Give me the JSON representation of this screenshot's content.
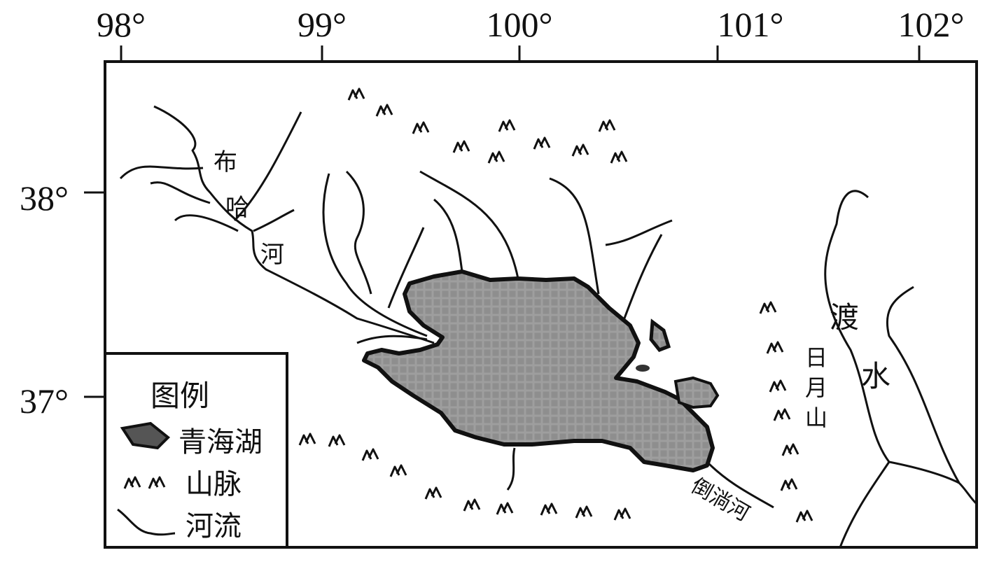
{
  "axes": {
    "longitude_ticks": [
      "98°",
      "99°",
      "100°",
      "101°",
      "102°"
    ],
    "latitude_ticks": [
      "38°",
      "37°"
    ]
  },
  "labels": {
    "buha_river": [
      "布",
      "哈",
      "河"
    ],
    "dushui": [
      "渡",
      "水"
    ],
    "riyue_mountain": [
      "日",
      "月",
      "山"
    ],
    "daotang_river": "倒淌河"
  },
  "legend": {
    "title": "图例",
    "items": [
      {
        "icon": "lake-symbol",
        "label": "青海湖"
      },
      {
        "icon": "mountain-symbol",
        "label": "山脉"
      },
      {
        "icon": "river-symbol",
        "label": "河流"
      }
    ]
  },
  "colors": {
    "lake": "#8a8a8a",
    "line": "#111111"
  }
}
